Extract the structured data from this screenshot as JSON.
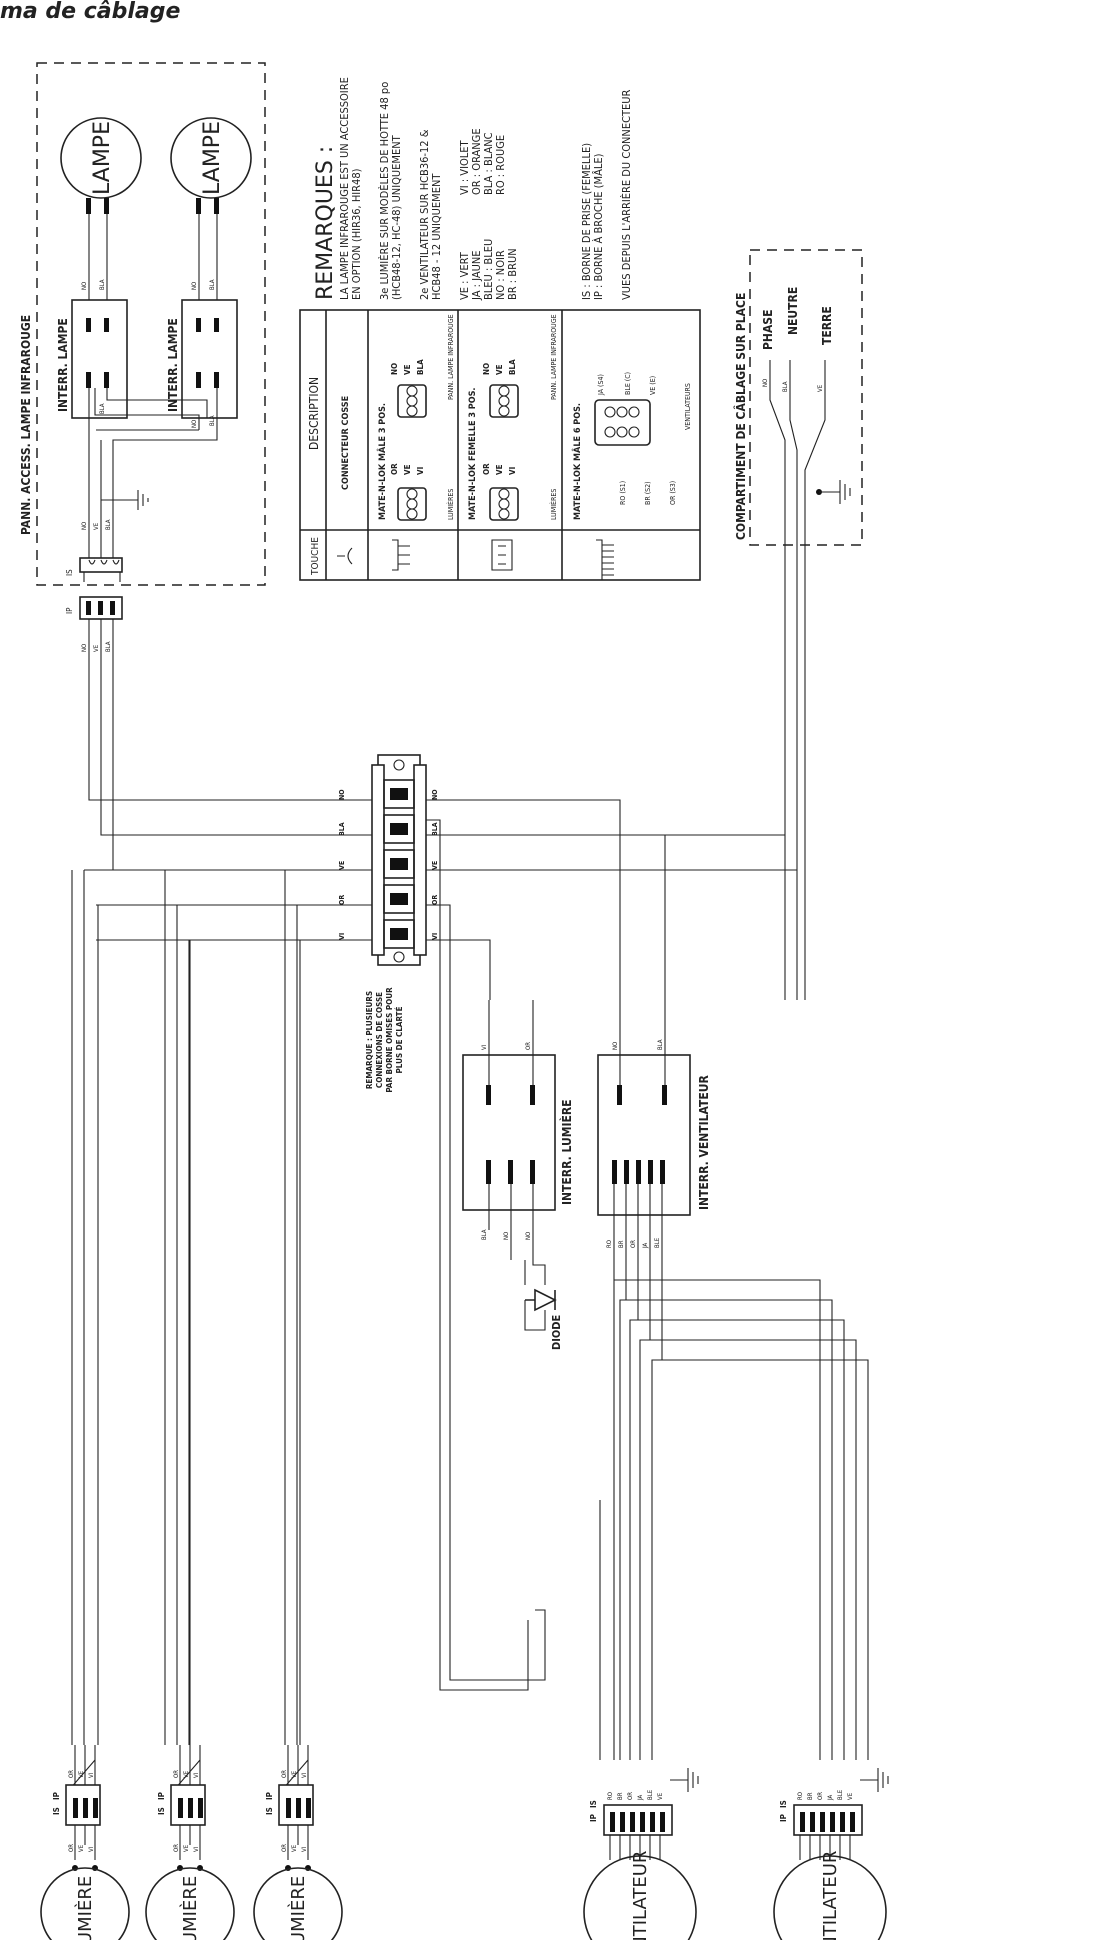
{
  "title": "ma de câblage",
  "lamp_panel": {
    "title": "PANN. ACCESS. LAMPE INFRAROUGE",
    "lamp_label": "LAMPE",
    "switch_label": "INTERR. LAMPE",
    "wire_no": "NO",
    "wire_bla": "BLA",
    "wire_ve": "VE",
    "is_label": "IS",
    "ip_label": "IP"
  },
  "notes": {
    "title": "REMARQUES :",
    "lines": [
      "LA LAMPE INFRAROUGE EST UN ACCESSOIRE",
      "EN OPTION (HIR36, HIR48)",
      "3e LUMIÈRE SUR MODÈLES DE HOTTE 48 po",
      "(HCB48-12, HC-48) UNIQUEMENT",
      "2e VENTILATEUR SUR HCB36-12 &",
      "HCB48 - 12 UNIQUEMENT"
    ],
    "abbrev_col1": [
      "VE : VERT",
      "JA : JAUNE",
      "BLEU : BLEU",
      "NO : NOIR",
      "BR : BRUN"
    ],
    "abbrev_col2": [
      "VI : VIOLET",
      "OR : ORANGE",
      "BLA : BLANC",
      "RO : ROUGE"
    ],
    "is_ip": [
      "IS : BORNE DE PRISE (FEMELLE)",
      "IP : BORNE À BROCHE (MÂLE)"
    ],
    "view_note": "VUES DEPUIS L'ARRIÈRE DU CONNECTEUR"
  },
  "legend": {
    "header_touche": "TOUCHE",
    "header_description": "DESCRIPTION",
    "rows": [
      {
        "description": "CONNECTEUR COSSE"
      },
      {
        "description": "MATE-N-LOK MÂLE 3 POS.",
        "sub_left": "LUMIÈRES",
        "sub_right": "PANN. LAMPE INFRAROUGE",
        "pins_left": [
          "OR",
          "VE",
          "VI"
        ],
        "pins_right": [
          "NO",
          "VE",
          "BLA"
        ]
      },
      {
        "description": "MATE-N-LOK FEMELLE 3 POS.",
        "sub_left": "LUMIÈRES",
        "sub_right": "PANN. LAMPE INFRAROUGE",
        "pins_left": [
          "OR",
          "VE",
          "VI"
        ],
        "pins_right": [
          "NO",
          "VE",
          "BLA"
        ]
      },
      {
        "description": "MATE-N-LOK MÂLE 6 POS.",
        "sub": "VENTILATEURS",
        "pins": [
          "RO (S1)",
          "BR (S2)",
          "OR (S3)",
          "JA (S4)",
          "BLE (C)",
          "VE (E)"
        ]
      }
    ]
  },
  "field_box": {
    "title": "COMPARTIMENT DE CÂBLAGE SUR PLACE",
    "phase": "PHASE",
    "neutre": "NEUTRE",
    "terre": "TERRE",
    "wires": [
      "NO",
      "BLA",
      "VE"
    ]
  },
  "terminal": {
    "labels": [
      "NO",
      "BLA",
      "VE",
      "OR",
      "VI"
    ],
    "note": [
      "REMARQUE : PLUSIEURS",
      "CONNEXIONS DE COSSE",
      "PAR BORNE OMISES POUR",
      "PLUS DE CLARTÉ"
    ]
  },
  "light_switch": {
    "label": "INTERR. LUMIÈRE",
    "top_wires": [
      "VI",
      "OR"
    ],
    "bottom_wires": [
      "BLA",
      "NO",
      "NO"
    ]
  },
  "diode": {
    "label": "DIODE"
  },
  "fan_switch": {
    "label": "INTERR. VENTILATEUR",
    "top_wires": [
      "NO",
      "BLA"
    ],
    "bottom_wires": [
      "RO",
      "BR",
      "OR",
      "JA",
      "BLE"
    ]
  },
  "lights": {
    "label": "LUMIÈRE",
    "wires": [
      "OR",
      "VE",
      "VI"
    ]
  },
  "fans": {
    "label": "VENTILATEUR",
    "wires": [
      "RO",
      "BR",
      "OR",
      "JA",
      "BLE",
      "VE"
    ]
  }
}
